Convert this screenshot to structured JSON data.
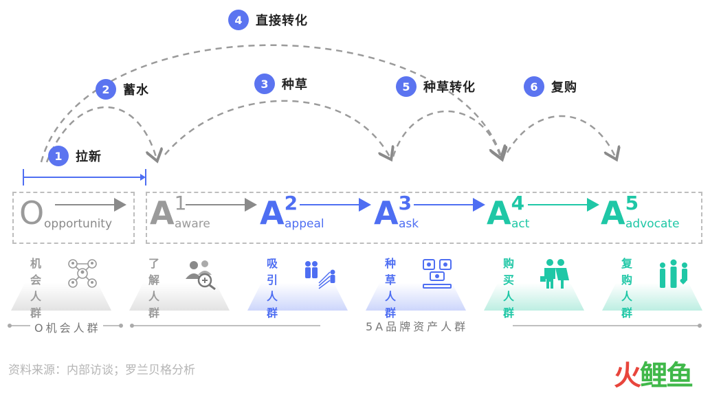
{
  "steps": [
    {
      "num": "1",
      "label": "拉新"
    },
    {
      "num": "2",
      "label": "蓄水"
    },
    {
      "num": "3",
      "label": "种草"
    },
    {
      "num": "4",
      "label": "直接转化"
    },
    {
      "num": "5",
      "label": "种草转化"
    },
    {
      "num": "6",
      "label": "复购"
    }
  ],
  "opportunity": {
    "letter": "O",
    "sub": "opportunity"
  },
  "stages": [
    {
      "letter": "A",
      "sup": "1",
      "sub": "aware"
    },
    {
      "letter": "A",
      "sup": "2",
      "sub": "appeal"
    },
    {
      "letter": "A",
      "sup": "3",
      "sub": "ask"
    },
    {
      "letter": "A",
      "sup": "4",
      "sub": "act"
    },
    {
      "letter": "A",
      "sup": "5",
      "sub": "advocate"
    }
  ],
  "crowds": [
    {
      "line1": "机会",
      "line2": "人群",
      "icon": "network-people-icon",
      "color": "#9a9a9a"
    },
    {
      "line1": "了解",
      "line2": "人群",
      "icon": "people-search-icon",
      "color": "#9a9a9a"
    },
    {
      "line1": "吸引",
      "line2": "人群",
      "icon": "people-attract-icon",
      "color": "#4e6ef2"
    },
    {
      "line1": "种草",
      "line2": "人群",
      "icon": "grass-board-icon",
      "color": "#4e6ef2"
    },
    {
      "line1": "购买",
      "line2": "人群",
      "icon": "shopping-people-icon",
      "color": "#1fc7a6"
    },
    {
      "line1": "复购",
      "line2": "人群",
      "icon": "repurchase-people-icon",
      "color": "#1fc7a6"
    }
  ],
  "timeline": {
    "left": "O机会人群",
    "right": "5A品牌资产人群"
  },
  "footer": {
    "source": "资料来源：内部访谈；罗兰贝格分析",
    "logo_a": "火",
    "logo_b": "鲤鱼"
  },
  "colors": {
    "blue": "#4e6ef2",
    "teal": "#1fc7a6",
    "gray": "#9a9a9a",
    "badge": "#5b74f0"
  }
}
